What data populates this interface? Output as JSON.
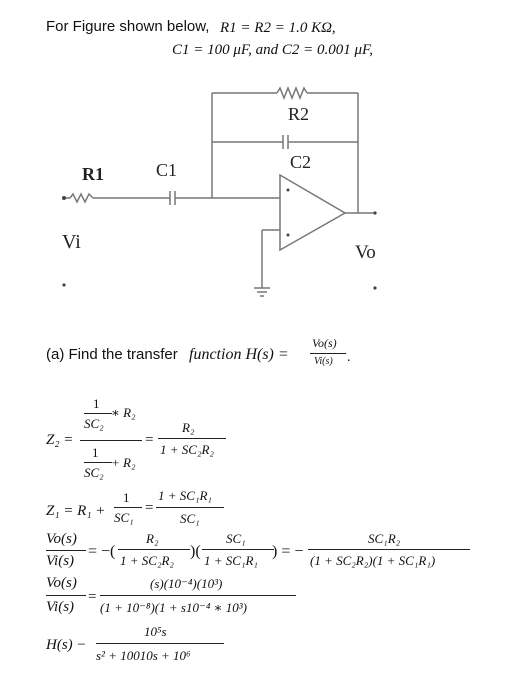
{
  "intro": {
    "lead": "For Figure shown below,",
    "line1": "R1 = R2 = 1.0 KΩ,",
    "line2": "C1 = 100 μF, and C2 = 0.001 μF,"
  },
  "circuit": {
    "r1": "R1",
    "c1": "C1",
    "r2": "R2",
    "c2": "C2",
    "vi": "Vi",
    "vo": "Vo"
  },
  "part_a": {
    "text": "(a) Find the transfer",
    "expr": "function H(s) =",
    "num": "Vo(s)",
    "den": "Vi(s)",
    "tail": "."
  },
  "eq_z2": {
    "lhs": "Z₂ =",
    "one_a": "1",
    "sc2_a": "SC₂",
    "times_r2": "∗ R₂",
    "one_b": "1",
    "sc2_b": "SC₂",
    "plus_r2": "+ R₂",
    "eq": "=",
    "rhs_num": "R₂",
    "rhs_den": "1 + SC₂R₂"
  },
  "eq_z1": {
    "lhs": "Z₁ = R₁ +",
    "one": "1",
    "sc1": "SC₁",
    "eq": "=",
    "rhs_num": "1 + SC₁R₁",
    "rhs_den": "SC₁"
  },
  "eq_ratio": {
    "lhs_num": "Vo(s)",
    "lhs_den": "Vi(s)",
    "eq_neg": "= −(",
    "f1_num": "R₂",
    "f1_den": "1 + SC₂R₂",
    "mid": ")(",
    "f2_num": "SC₁",
    "f2_den": "1 + SC₁R₁",
    "close": ") = −",
    "f3_num": "SC₁R₂",
    "f3_den": "(1 + SC₂R₂)(1 + SC₁R₁)"
  },
  "eq_numeric": {
    "lhs_num": "Vo(s)",
    "lhs_den": "Vi(s)",
    "eq": "=",
    "num": "(s)(10⁻⁴)(10³)",
    "den": "(1 + 10⁻⁸)(1 + s10⁻⁴ ∗ 10³)"
  },
  "eq_h": {
    "lhs": "H(s) −",
    "num": "10⁵s",
    "den": "s² + 10010s + 10⁶"
  }
}
